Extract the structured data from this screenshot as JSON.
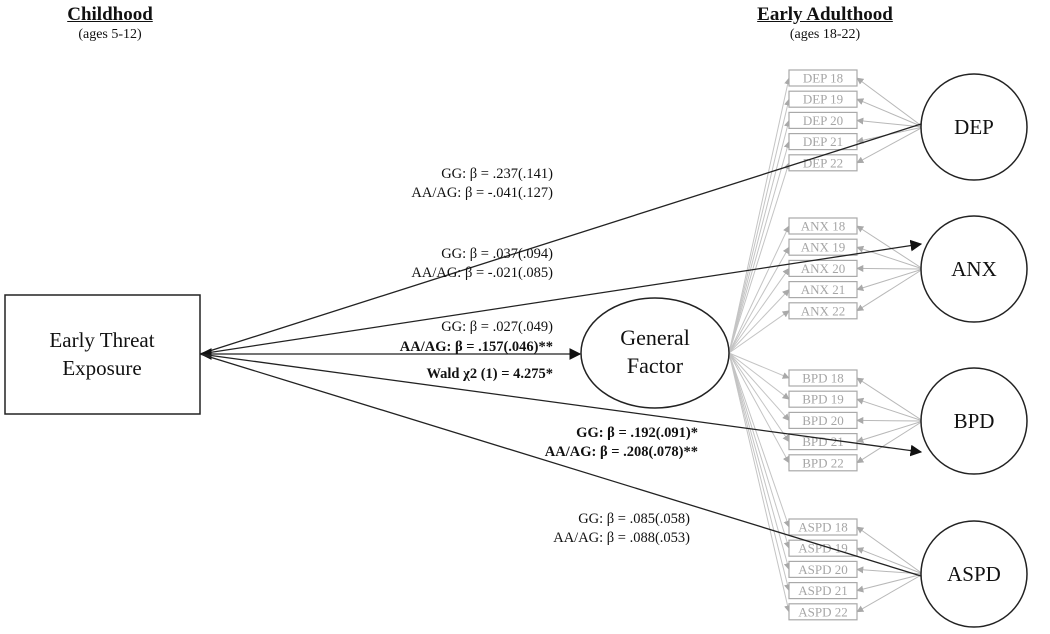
{
  "headers": {
    "childhood": {
      "title": "Childhood",
      "subtitle": "(ages 5-12)"
    },
    "adulthood": {
      "title": "Early Adulthood",
      "subtitle": "(ages 18-22)"
    }
  },
  "predictor": {
    "line1": "Early Threat",
    "line2": "Exposure"
  },
  "general_factor": {
    "line1": "General",
    "line2": "Factor"
  },
  "factors": [
    {
      "id": "dep",
      "label": "DEP",
      "indicators": [
        "DEP 18",
        "DEP 19",
        "DEP 20",
        "DEP 21",
        "DEP 22"
      ]
    },
    {
      "id": "anx",
      "label": "ANX",
      "indicators": [
        "ANX 18",
        "ANX 19",
        "ANX 20",
        "ANX 21",
        "ANX 22"
      ]
    },
    {
      "id": "bpd",
      "label": "BPD",
      "indicators": [
        "BPD 18",
        "BPD 19",
        "BPD 20",
        "BPD 21",
        "BPD 22"
      ]
    },
    {
      "id": "aspd",
      "label": "ASPD",
      "indicators": [
        "ASPD 18",
        "ASPD 19",
        "ASPD 20",
        "ASPD 21",
        "ASPD 22"
      ]
    }
  ],
  "paths": {
    "dep": {
      "gg": "GG:  β =  .237(.141)",
      "aa": "AA/AG: β = -.041(.127)",
      "bold": false
    },
    "anx": {
      "gg": "GG:  β =  .037(.094)",
      "aa": "AA/AG: β = -.021(.085)",
      "bold": false
    },
    "general": {
      "gg": "GG:  β = .027(.049)",
      "aa": "AA/AG: β = .157(.046)**",
      "wald": "Wald χ2 (1) = 4.275*"
    },
    "bpd": {
      "gg": "GG:  β = .192(.091)*",
      "aa": "AA/AG: β = .208(.078)**",
      "bold": true
    },
    "aspd": {
      "gg": "GG:  β = .085(.058)",
      "aa": "AA/AG: β = .088(.053)",
      "bold": false
    }
  },
  "colors": {
    "ink": "#111111",
    "indicator": "#a6a6a6"
  }
}
